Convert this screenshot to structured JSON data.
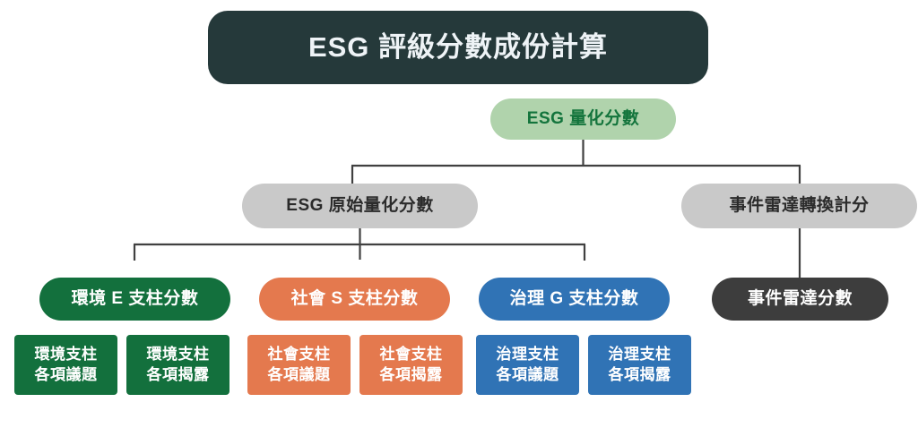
{
  "diagram": {
    "title": "ESG 評級分數成份計算",
    "root": {
      "label": "ESG 量化分數",
      "bg": "#B0D3AC",
      "fg": "#13743C"
    },
    "level2": [
      {
        "label": "ESG 原始量化分數",
        "bg": "#C9C9C9",
        "fg": "#2B2B2B"
      },
      {
        "label": "事件雷達轉換計分",
        "bg": "#C9C9C9",
        "fg": "#2B2B2B"
      }
    ],
    "pillars": [
      {
        "label": "環境 E 支柱分數",
        "bg": "#13703D"
      },
      {
        "label": "社會 S 支柱分數",
        "bg": "#E4794E"
      },
      {
        "label": "治理 G 支柱分數",
        "bg": "#3073B5"
      },
      {
        "label": "事件雷達分數",
        "bg": "#3D3D3D"
      }
    ],
    "leaves": [
      {
        "label": "環境支柱\n各項議題",
        "bg": "#13703D"
      },
      {
        "label": "環境支柱\n各項揭露",
        "bg": "#13703D"
      },
      {
        "label": "社會支柱\n各項議題",
        "bg": "#E4794E"
      },
      {
        "label": "社會支柱\n各項揭露",
        "bg": "#E4794E"
      },
      {
        "label": "治理支柱\n各項議題",
        "bg": "#3073B5"
      },
      {
        "label": "治理支柱\n各項揭露",
        "bg": "#3073B5"
      }
    ],
    "colors": {
      "title_bg": "#25393A",
      "title_fg": "#EEF3F6",
      "connector": "#404040",
      "canvas": "#FFFFFF"
    }
  }
}
